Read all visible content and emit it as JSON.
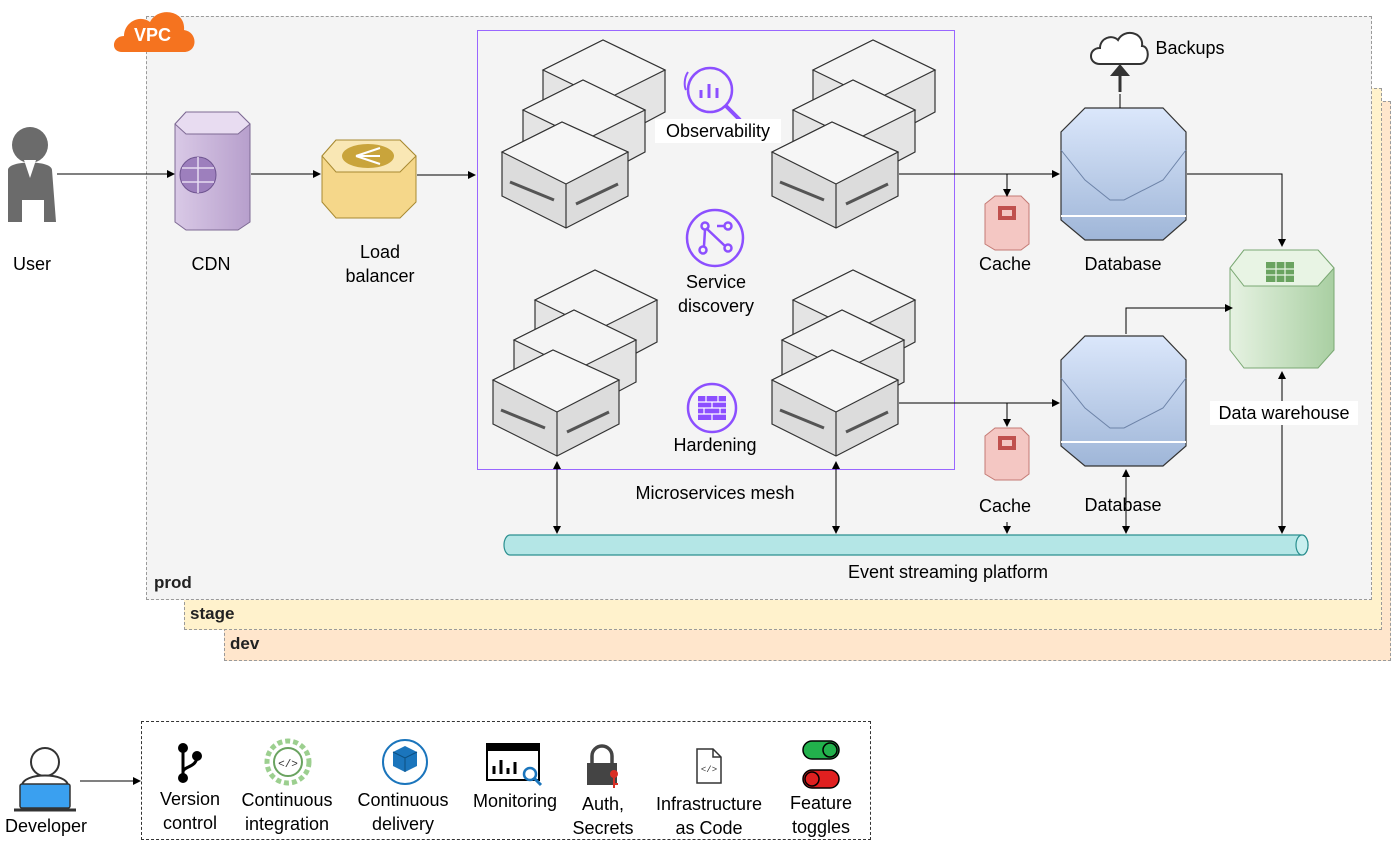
{
  "vpc_badge": "VPC",
  "environments": {
    "prod": "prod",
    "stage": "stage",
    "dev": "dev"
  },
  "nodes": {
    "user": "User",
    "cdn": "CDN",
    "load_balancer_line1": "Load",
    "load_balancer_line2": "balancer",
    "observability": "Observability",
    "service_discovery_line1": "Service",
    "service_discovery_line2": "discovery",
    "hardening": "Hardening",
    "mesh": "Microservices mesh",
    "cache_top": "Cache",
    "cache_bottom": "Cache",
    "database_top": "Database",
    "database_bottom": "Database",
    "backups": "Backups",
    "data_warehouse": "Data warehouse",
    "event_streaming": "Event streaming platform"
  },
  "developer": "Developer",
  "tools": [
    {
      "line1": "Version",
      "line2": "control",
      "icon": "git-branch-icon"
    },
    {
      "line1": "Continuous",
      "line2": "integration",
      "icon": "ci-gear-icon"
    },
    {
      "line1": "Continuous",
      "line2": "delivery",
      "icon": "cd-box-icon"
    },
    {
      "line1": "Monitoring",
      "line2": "",
      "icon": "monitoring-icon"
    },
    {
      "line1": "Auth,",
      "line2": "Secrets",
      "icon": "lock-key-icon"
    },
    {
      "line1": "Infrastructure",
      "line2": "as Code",
      "icon": "code-file-icon"
    },
    {
      "line1": "Feature",
      "line2": "toggles",
      "icon": "toggle-icon"
    }
  ],
  "colors": {
    "vpc_orange": "#f5731f",
    "prod_bg": "#f4f4f4",
    "stage_bg": "#fff2cc",
    "dev_bg": "#ffe6cc",
    "mesh_border": "#9966ff",
    "mesh_icon": "#8c4fff",
    "stream_fill": "#b4e6e6",
    "db_fill": "#c9daf8",
    "warehouse_fill": "#d5e8d4",
    "cache_fill": "#f4c7c3"
  }
}
